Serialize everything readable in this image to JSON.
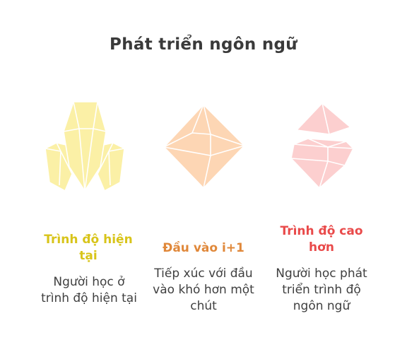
{
  "title": "Phát triển ngôn ngữ",
  "colors": {
    "yellow": "#fbf0a6",
    "orange": "#fdd6b4",
    "pink": "#fccfcf",
    "title_yellow": "#d8c41a",
    "title_orange": "#e0883a",
    "title_red": "#e94a4a"
  },
  "columns": [
    {
      "icon": "crystal-cluster-icon",
      "title": "Trình độ hiện tại",
      "desc": "Người học ở trình độ hiện tại"
    },
    {
      "icon": "octahedron-gem-icon",
      "title": "Đầu vào i+1",
      "desc": "Tiếp xúc với đầu vào khó hơn một chút"
    },
    {
      "icon": "split-gem-icon",
      "title": "Trình độ cao hơn",
      "desc": "Người học phát triển trình độ ngôn ngữ"
    }
  ]
}
